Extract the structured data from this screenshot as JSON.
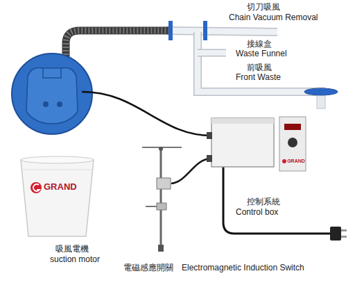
{
  "diagram": {
    "labels": [
      "切刀吸風",
      "Chain Vacuum Removal",
      "接線盒",
      "Waste Funnel",
      "前吸風",
      "Front Waste",
      "控制系統",
      "Control box",
      "吸風電機",
      "suction motor",
      "電磁感應開關",
      "Electromagnetic Induction Switch",
      "GRAND",
      "GRAND"
    ]
  }
}
